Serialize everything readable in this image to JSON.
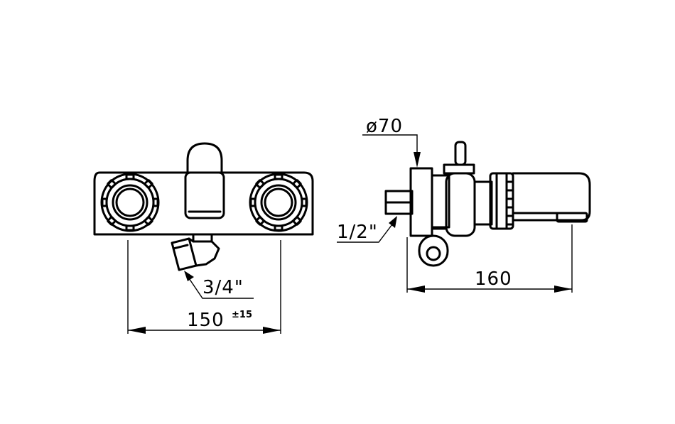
{
  "front_view": {
    "dimension_width": "150",
    "dimension_tolerance": "±15",
    "outlet_thread": "3/4\""
  },
  "side_view": {
    "flange_diameter": "ø70",
    "inlet_thread": "1/2\"",
    "projection": "160"
  },
  "colors": {
    "line": "#000000",
    "background": "#ffffff"
  }
}
